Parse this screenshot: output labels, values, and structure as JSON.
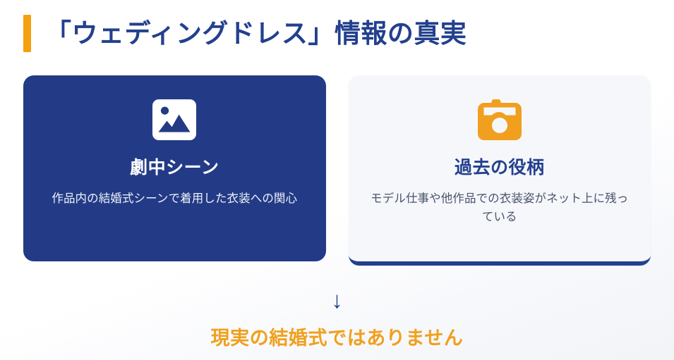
{
  "heading": {
    "accent_color": "#f5a10f",
    "title": "「ウェディングドレス」情報の真実",
    "title_color": "#23408e"
  },
  "cards": [
    {
      "id": "drama-scene",
      "icon": "image-icon",
      "icon_color": "#ffffff",
      "title": "劇中シーン",
      "description": "作品内の結婚式シーンで着用した衣装への関心",
      "background_color": "#233b86",
      "title_color": "#ffffff"
    },
    {
      "id": "past-roles",
      "icon": "camera-icon",
      "icon_color": "#f0a01e",
      "title": "過去の役柄",
      "description": "モデル仕事や他作品での衣装姿がネット上に残っている",
      "background_color": "#f6f7fb",
      "title_color": "#23408e",
      "accent_border_color": "#23408e"
    }
  ],
  "conclusion": {
    "arrow": "↓",
    "arrow_color": "#23408e",
    "text": "現実の結婚式ではありません",
    "text_color": "#f0a01e"
  }
}
